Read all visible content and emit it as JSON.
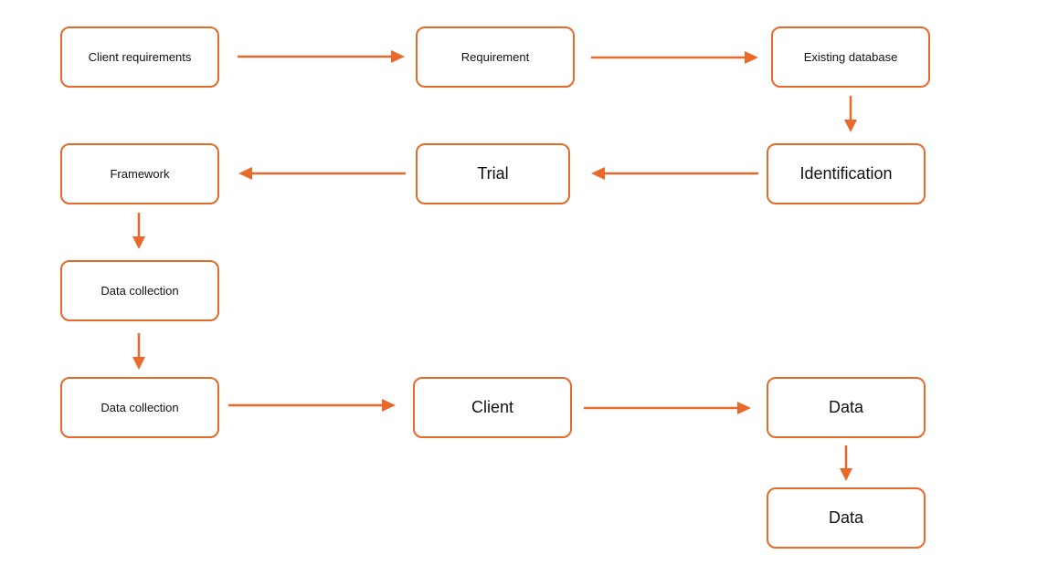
{
  "diagram": {
    "accent_color": "#E8692A",
    "nodes": {
      "client_requirements": "Client requirements",
      "requirement": "Requirement",
      "existing_database": "Existing database",
      "identification": "Identification",
      "trial": "Trial",
      "framework": "Framework",
      "data_collection_1": "Data collection",
      "data_collection_2": "Data collection",
      "client": "Client",
      "data_1": "Data",
      "data_2": "Data"
    },
    "edges": [
      {
        "from": "client_requirements",
        "to": "requirement"
      },
      {
        "from": "requirement",
        "to": "existing_database"
      },
      {
        "from": "existing_database",
        "to": "identification"
      },
      {
        "from": "identification",
        "to": "trial"
      },
      {
        "from": "trial",
        "to": "framework"
      },
      {
        "from": "framework",
        "to": "data_collection_1"
      },
      {
        "from": "data_collection_1",
        "to": "data_collection_2"
      },
      {
        "from": "data_collection_2",
        "to": "client"
      },
      {
        "from": "client",
        "to": "data_1"
      },
      {
        "from": "data_1",
        "to": "data_2"
      }
    ]
  }
}
